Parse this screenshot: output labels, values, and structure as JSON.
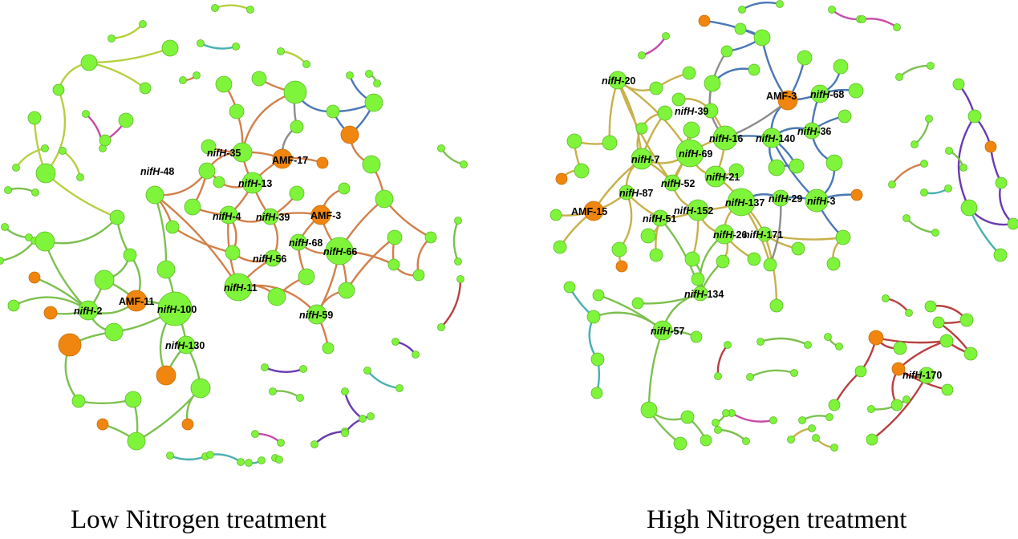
{
  "captions": {
    "low": "Low Nitrogen treatment",
    "high": "High Nitrogen treatment"
  },
  "colors": {
    "node_bacteria": "#7ef53a",
    "node_amf": "#f0860f",
    "node_stroke": "#5fb82a",
    "edge_orange": "#d2804a",
    "edge_green": "#7cc04f",
    "edge_lime": "#b5d040",
    "edge_blue": "#4a78b4",
    "edge_khaki": "#c8b04a",
    "edge_gray": "#8c8c8c",
    "edge_magenta": "#c94aa8",
    "edge_purple": "#6a3ab0",
    "edge_teal": "#4ab0b0",
    "edge_red": "#b84040"
  },
  "networks": {
    "low": {
      "labels": [
        {
          "prefix": "nifH",
          "suffix": "-35"
        },
        {
          "prefix": "",
          "suffix": "AMF-17"
        },
        {
          "prefix": "nifH",
          "suffix": "-48"
        },
        {
          "prefix": "nifH",
          "suffix": "-13"
        },
        {
          "prefix": "nifH",
          "suffix": "-4"
        },
        {
          "prefix": "nifH",
          "suffix": "-39"
        },
        {
          "prefix": "",
          "suffix": "AMF-3"
        },
        {
          "prefix": "nifH",
          "suffix": "-68"
        },
        {
          "prefix": "nifH",
          "suffix": "-66"
        },
        {
          "prefix": "nifH",
          "suffix": "-56"
        },
        {
          "prefix": "nifH",
          "suffix": "-11"
        },
        {
          "prefix": "",
          "suffix": "AMF-11"
        },
        {
          "prefix": "nifH",
          "suffix": "-2"
        },
        {
          "prefix": "nifH",
          "suffix": "-100"
        },
        {
          "prefix": "nifH",
          "suffix": "-59"
        },
        {
          "prefix": "nifH",
          "suffix": "-130"
        }
      ]
    },
    "high": {
      "labels": [
        {
          "prefix": "nifH",
          "suffix": "-20"
        },
        {
          "prefix": "",
          "suffix": "AMF-3"
        },
        {
          "prefix": "nifH",
          "suffix": "-68"
        },
        {
          "prefix": "nifH",
          "suffix": "-39"
        },
        {
          "prefix": "nifH",
          "suffix": "-36"
        },
        {
          "prefix": "nifH",
          "suffix": "-16"
        },
        {
          "prefix": "nifH",
          "suffix": "-140"
        },
        {
          "prefix": "nifH",
          "suffix": "-69"
        },
        {
          "prefix": "nifH",
          "suffix": "-7"
        },
        {
          "prefix": "nifH",
          "suffix": "-21"
        },
        {
          "prefix": "nifH",
          "suffix": "-52"
        },
        {
          "prefix": "nifH",
          "suffix": "-87"
        },
        {
          "prefix": "nifH",
          "suffix": "-29"
        },
        {
          "prefix": "nifH",
          "suffix": "-137"
        },
        {
          "prefix": "nifH",
          "suffix": "-3"
        },
        {
          "prefix": "",
          "suffix": "AMF-15"
        },
        {
          "prefix": "nifH",
          "suffix": "-152"
        },
        {
          "prefix": "nifH",
          "suffix": "-51"
        },
        {
          "prefix": "nifH",
          "suffix": "-171"
        },
        {
          "prefix": "nifH",
          "suffix": "-26"
        },
        {
          "prefix": "nifH",
          "suffix": "-134"
        },
        {
          "prefix": "nifH",
          "suffix": "-57"
        },
        {
          "prefix": "nifH",
          "suffix": "-170"
        }
      ]
    }
  }
}
